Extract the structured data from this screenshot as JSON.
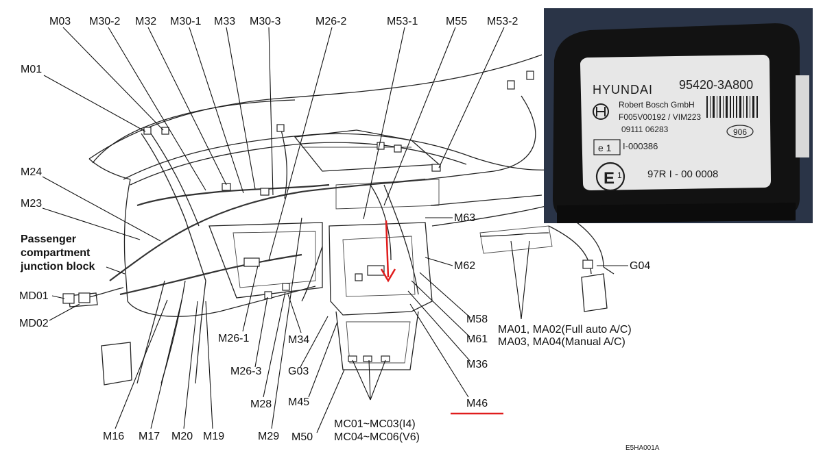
{
  "diagram": {
    "code": "E5HA001A",
    "labels": {
      "m03": "M03",
      "m30_2": "M30-2",
      "m32": "M32",
      "m30_1": "M30-1",
      "m33": "M33",
      "m30_3": "M30-3",
      "m26_2": "M26-2",
      "m53_1": "M53-1",
      "m55": "M55",
      "m53_2": "M53-2",
      "m01": "M01",
      "m24": "M24",
      "m23": "M23",
      "junction_l1": "Passenger",
      "junction_l2": "compartment",
      "junction_l3": "junction block",
      "md01": "MD01",
      "md02": "MD02",
      "m63": "M63",
      "m62": "M62",
      "g04": "G04",
      "m58": "M58",
      "m61": "M61",
      "m36": "M36",
      "m46": "M46",
      "ma1_b": "MA01, MA02",
      "ma1_n": "(Full auto A/C)",
      "ma2_b": "MA03, MA04",
      "ma2_n": "(Manual A/C)",
      "m26_1": "M26-1",
      "m34": "M34",
      "m26_3": "M26-3",
      "g03": "G03",
      "m28": "M28",
      "m45": "M45",
      "m50": "M50",
      "mc1_b": "MC01~MC03",
      "mc1_n": "(I4)",
      "mc2_b": "MC04~MC06",
      "mc2_n": "(V6)",
      "m16": "M16",
      "m17": "M17",
      "m20": "M20",
      "m19": "M19",
      "m29": "M29"
    }
  },
  "photo": {
    "brand": "HYUNDAI",
    "part_number": "95420-3A800",
    "maker": "Robert Bosch GmbH",
    "bosch_number": "F005V00192 / VIM223",
    "date_code": "09111 06283",
    "code_906": "906",
    "e_mark": "e 1",
    "e_number": "I-000386",
    "approval_mark": "E",
    "approval_digit": "1",
    "approval_number": "97R I - 00 0008"
  },
  "colors": {
    "annotation": "#e01c1c"
  }
}
